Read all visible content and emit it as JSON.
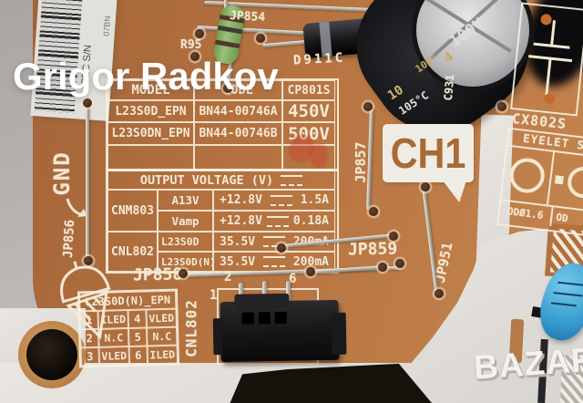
{
  "watermark": {
    "photographer": "Grigor Radkov",
    "marketplace": "BAZAR"
  },
  "sticker": {
    "label": "SEC S/N",
    "serial": "07BN"
  },
  "silkscreen": {
    "gnd": "GND",
    "jp856": "JP856",
    "jp857": "JP857",
    "jp858": "JP858",
    "jp859": "JP859",
    "jp951": "JP951",
    "jp854": "JP854",
    "r95": "R95",
    "d911c": "D911C",
    "c931": "C931",
    "cx802s": "CX802S",
    "ch1": "CH1",
    "cnl802_vertical": "CNL802",
    "eyelet": {
      "title": "EYELET SI",
      "od1": "ODØ1.6",
      "od2": "OD"
    }
  },
  "model_table": {
    "headers": [
      "MODEL",
      "CODE",
      "CP801S"
    ],
    "rows": [
      [
        "L23S0D_EPN",
        "BN44-00746A",
        "450V"
      ],
      [
        "L23S0DN_EPN",
        "BN44-00746B",
        "500V"
      ]
    ]
  },
  "output_table": {
    "title": "OUTPUT VOLTAGE (V)",
    "rows": [
      {
        "group": "CNM803",
        "name": "A13V",
        "voltage": "+12.8V",
        "current": "1.5A"
      },
      {
        "group": "",
        "name": "Vamp",
        "voltage": "+12.8V",
        "current": "0.18A"
      },
      {
        "group": "CNL802",
        "name": "L23S0D",
        "voltage": "35.5V",
        "current": "200mA"
      },
      {
        "group": "",
        "name": "L23S0D(N)",
        "voltage": "35.5V",
        "current": "200mA"
      }
    ]
  },
  "pin_table": {
    "title": "L23S0D(N)_EPN",
    "rows": [
      [
        "1",
        "ILED",
        "4",
        "VLED"
      ],
      [
        "2",
        "N.C",
        "5",
        "N.C"
      ],
      [
        "3",
        "VLED",
        "6",
        "ILED"
      ]
    ]
  },
  "connector": {
    "pins": [
      "1",
      "2",
      "6"
    ]
  },
  "components": {
    "diode_marking": "2",
    "capacitor_markings": [
      "100V",
      "4",
      "105°",
      "10",
      "105°C"
    ]
  },
  "icons": {
    "dc_symbol": "solid-over-dashed DC mark",
    "ground_arrow": "curved arrow to jumper",
    "cone_icon": "hatched cone with dome"
  },
  "colors": {
    "board_brown": "#b3713f",
    "silkscreen_cream": "#f2e7d1",
    "stamp_red": "#c63e2e",
    "capacitor_blue": "#3f9fd0"
  }
}
